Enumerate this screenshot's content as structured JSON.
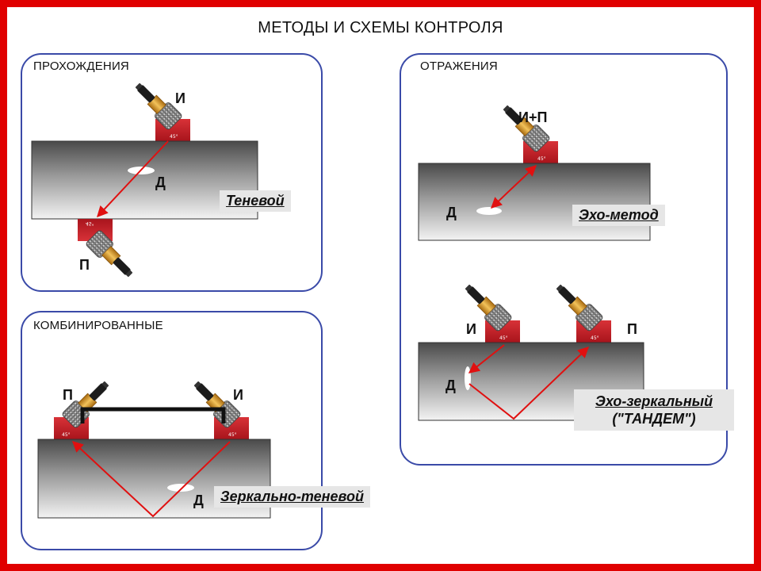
{
  "title": "МЕТОДЫ И СХЕМЫ КОНТРОЛЯ",
  "panels": {
    "transmission": {
      "title": "ПРОХОЖДЕНИЯ",
      "emitter": "И",
      "receiver": "П",
      "defect": "Д",
      "method": "Теневой"
    },
    "reflection": {
      "title": "ОТРАЖЕНИЯ",
      "echo": {
        "transducer": "И+П",
        "defect": "Д",
        "method": "Эхо-метод"
      },
      "tandem": {
        "emitter": "И",
        "receiver": "П",
        "defect": "Д",
        "method_line1": "Эхо-зеркальный",
        "method_line2": "(\"ТАНДЕМ\")"
      }
    },
    "combined": {
      "title": "КОМБИНИРОВАННЫЕ",
      "receiver": "П",
      "emitter": "И",
      "defect": "Д",
      "method": "Зеркально-теневой"
    }
  },
  "angle_label": "45°",
  "colors": {
    "frame": "#e00000",
    "panel_border": "#3a4aa8",
    "beam": "#e01010",
    "wedge": "#c8202a"
  }
}
